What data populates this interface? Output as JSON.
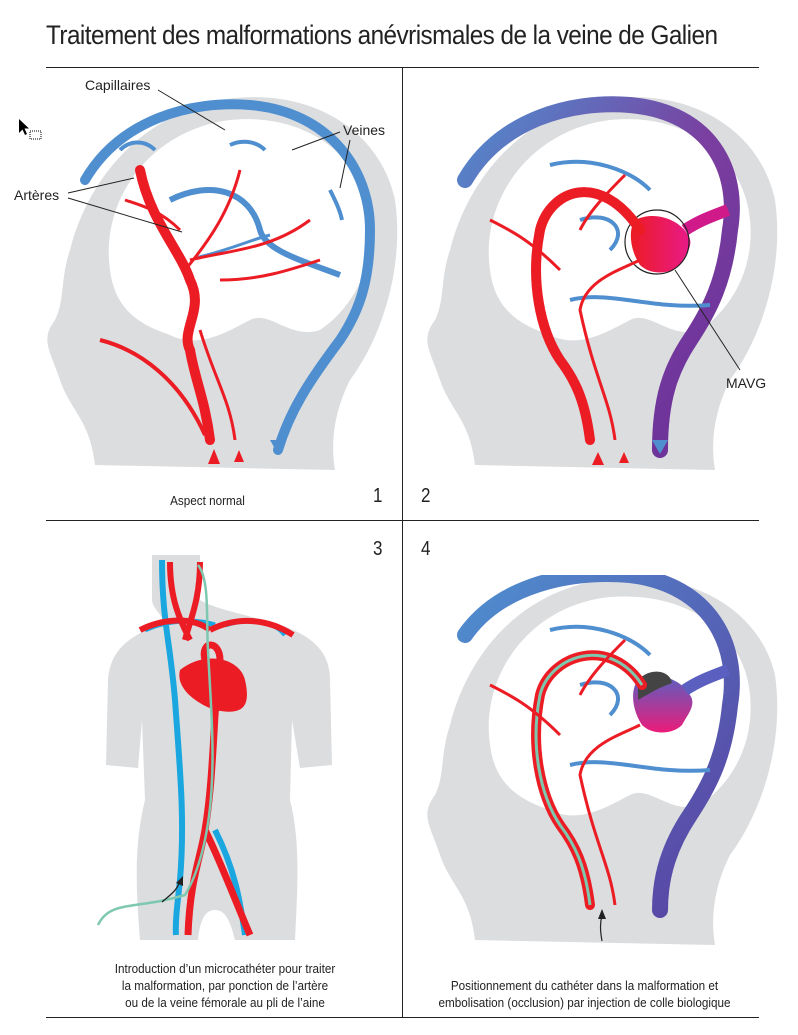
{
  "title": "Traitement des malformations anévrismales de la veine de Galien",
  "colors": {
    "artery": "#ec1c24",
    "vein": "#4f8fd0",
    "vein_light": "#1aa7e0",
    "malformation_vein": "#6a3fa0",
    "malformation": "#ec1c6a",
    "silhouette": "#dcdddf",
    "catheter": "#7ec8b0",
    "rule": "#222222"
  },
  "panels": [
    {
      "number": "1",
      "caption": "Aspect normal",
      "labels": [
        "Capillaires",
        "Veines",
        "Artères"
      ]
    },
    {
      "number": "2",
      "caption": "",
      "labels": [
        "MAVG"
      ]
    },
    {
      "number": "3",
      "caption_lines": [
        "Introduction d’un microcathéter pour traiter",
        "la malformation, par ponction de l’artère",
        "ou de la veine fémorale au pli de l’aine"
      ]
    },
    {
      "number": "4",
      "caption_lines": [
        "Positionnement du cathéter dans la malformation et",
        "embolisation (occlusion) par injection de colle biologique"
      ]
    }
  ]
}
